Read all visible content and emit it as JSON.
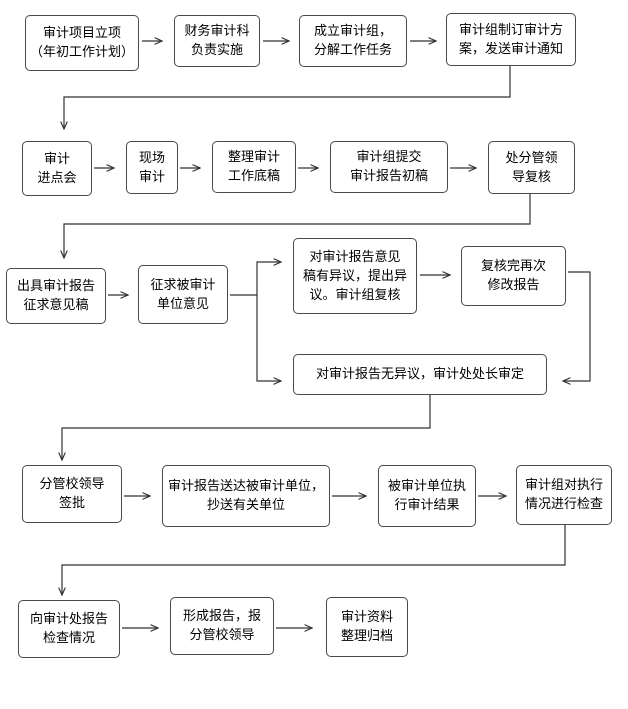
{
  "diagram": {
    "nodes": [
      {
        "id": "n1",
        "lines": [
          "审计项目立项",
          "（年初工作计划）"
        ]
      },
      {
        "id": "n2",
        "lines": [
          "财务审计科",
          "负责实施"
        ]
      },
      {
        "id": "n3",
        "lines": [
          "成立审计组，",
          "分解工作任务"
        ]
      },
      {
        "id": "n4",
        "lines": [
          "审计组制订审计方",
          "案，发送审计通知"
        ]
      },
      {
        "id": "n5",
        "lines": [
          "审计",
          "进点会"
        ]
      },
      {
        "id": "n6",
        "lines": [
          "现场",
          "审计"
        ]
      },
      {
        "id": "n7",
        "lines": [
          "整理审计",
          "工作底稿"
        ]
      },
      {
        "id": "n8",
        "lines": [
          "审计组提交",
          "审计报告初稿"
        ]
      },
      {
        "id": "n9",
        "lines": [
          "处分管领",
          "导复核"
        ]
      },
      {
        "id": "n10",
        "lines": [
          "出具审计报告",
          "征求意见稿"
        ]
      },
      {
        "id": "n11",
        "lines": [
          "征求被审计",
          "单位意见"
        ]
      },
      {
        "id": "n12",
        "lines": [
          "对审计报告意见",
          "稿有异议，提出异",
          "议。审计组复核"
        ]
      },
      {
        "id": "n13",
        "lines": [
          "复核完再次",
          "修改报告"
        ]
      },
      {
        "id": "n14",
        "lines": [
          "对审计报告无异议，审计处处长审定"
        ]
      },
      {
        "id": "n15",
        "lines": [
          "分管校领导",
          "签批"
        ]
      },
      {
        "id": "n16",
        "lines": [
          "审计报告送达被审计单位，",
          "抄送有关单位"
        ]
      },
      {
        "id": "n17",
        "lines": [
          "被审计单位执",
          "行审计结果"
        ]
      },
      {
        "id": "n18",
        "lines": [
          "审计组对执行",
          "情况进行检查"
        ]
      },
      {
        "id": "n19",
        "lines": [
          "向审计处报告",
          "检查情况"
        ]
      },
      {
        "id": "n20",
        "lines": [
          "形成报告，报",
          "分管校领导"
        ]
      },
      {
        "id": "n21",
        "lines": [
          "审计资料",
          "整理归档"
        ]
      }
    ]
  }
}
